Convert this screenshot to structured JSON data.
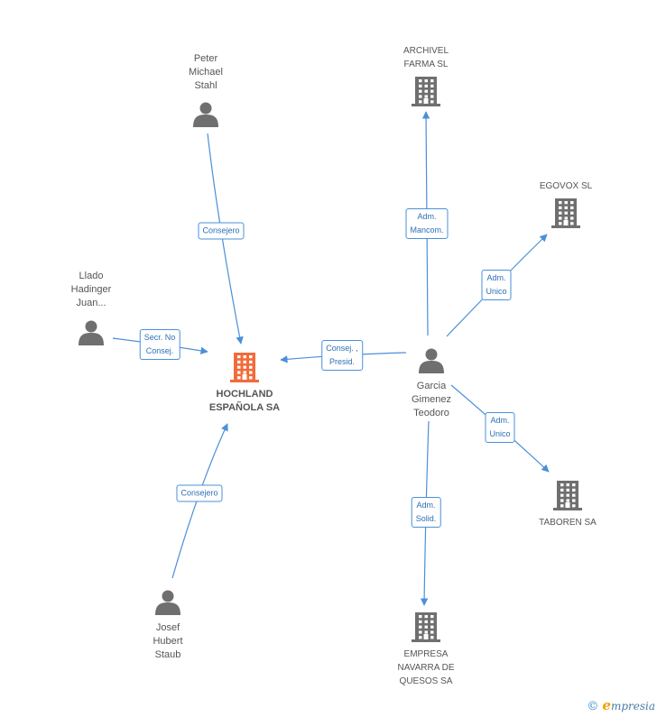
{
  "nodes": [
    {
      "id": "hochland",
      "type": "company",
      "focus": true,
      "label": [
        "HOCHLAND",
        "ESPAÑOLA SA"
      ],
      "color": "#f26b3a"
    },
    {
      "id": "peter",
      "type": "person",
      "label": [
        "Peter",
        "Michael",
        "Stahl"
      ],
      "color": "#6f6f6f"
    },
    {
      "id": "llado",
      "type": "person",
      "label": [
        "Llado",
        "Hadinger",
        "Juan..."
      ],
      "color": "#6f6f6f"
    },
    {
      "id": "josef",
      "type": "person",
      "label": [
        "Josef",
        "Hubert",
        "Staub"
      ],
      "color": "#6f6f6f"
    },
    {
      "id": "garcia",
      "type": "person",
      "label": [
        "Garcia",
        "Gimenez",
        "Teodoro"
      ],
      "color": "#6f6f6f"
    },
    {
      "id": "archivel",
      "type": "company",
      "label": [
        "ARCHIVEL",
        "FARMA SL"
      ],
      "color": "#6f6f6f"
    },
    {
      "id": "egovox",
      "type": "company",
      "label": [
        "EGOVOX SL"
      ],
      "color": "#6f6f6f"
    },
    {
      "id": "taboren",
      "type": "company",
      "label": [
        "TABOREN SA"
      ],
      "color": "#6f6f6f"
    },
    {
      "id": "empresa",
      "type": "company",
      "label": [
        "EMPRESA",
        "NAVARRA DE",
        "QUESOS SA"
      ],
      "color": "#6f6f6f"
    }
  ],
  "edges": [
    {
      "from": "peter",
      "to": "hochland",
      "label": [
        "Consejero"
      ]
    },
    {
      "from": "llado",
      "to": "hochland",
      "label": [
        "Secr.  No",
        "Consej."
      ]
    },
    {
      "from": "josef",
      "to": "hochland",
      "label": [
        "Consejero"
      ]
    },
    {
      "from": "garcia",
      "to": "hochland",
      "label": [
        "Consej. ,",
        "Presid."
      ]
    },
    {
      "from": "garcia",
      "to": "archivel",
      "label": [
        "Adm.",
        "Mancom."
      ]
    },
    {
      "from": "garcia",
      "to": "egovox",
      "label": [
        "Adm.",
        "Unico"
      ]
    },
    {
      "from": "garcia",
      "to": "taboren",
      "label": [
        "Adm.",
        "Unico"
      ]
    },
    {
      "from": "garcia",
      "to": "empresa",
      "label": [
        "Adm.",
        "Solid."
      ]
    }
  ],
  "colors": {
    "edge": "#4a90d9",
    "edge_text": "#2e6fb4"
  },
  "brand": {
    "copyright": "©",
    "name": "mpresia",
    "initial": "e"
  }
}
